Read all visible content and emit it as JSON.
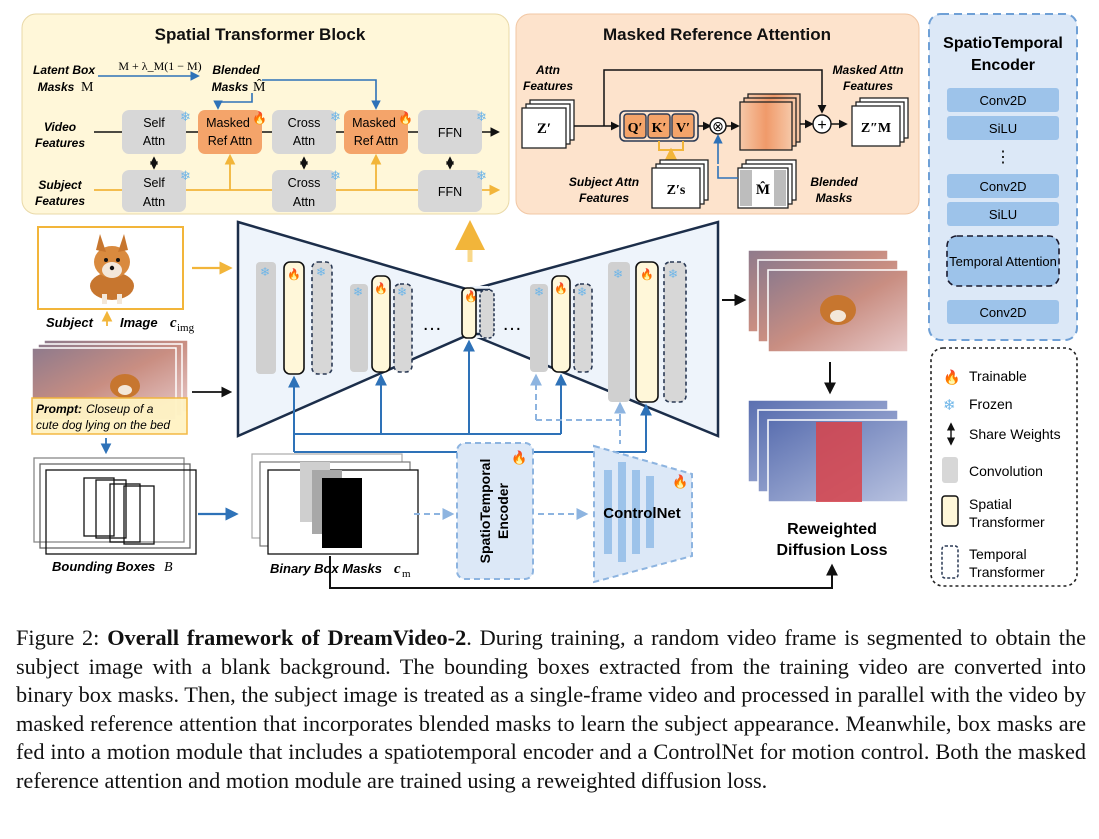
{
  "panels": {
    "spatial_title": "Spatial Transformer Block",
    "mra_title": "Masked Reference Attention",
    "ste_title_line1": "SpatioTemporal",
    "ste_title_line2": "Encoder"
  },
  "spatial_block": {
    "latent_box_masks_line1": "Latent Box",
    "latent_box_masks_line2": "Masks",
    "latent_symbol": "M",
    "blend_formula": "M + λ_M(1 − M)",
    "blended_masks_line1": "Blended",
    "blended_masks_line2": "Masks",
    "blended_symbol": "M̂",
    "video_features_line1": "Video",
    "video_features_line2": "Features",
    "subject_features_line1": "Subject",
    "subject_features_line2": "Features",
    "self_attn_line1": "Self",
    "self_attn_line2": "Attn",
    "masked_ref_line1": "Masked",
    "masked_ref_line2": "Ref Attn",
    "cross_attn_line1": "Cross",
    "cross_attn_line2": "Attn",
    "ffn": "FFN"
  },
  "mra": {
    "attn_features_line1": "Attn",
    "attn_features_line2": "Features",
    "z_prime": "Z′",
    "q_prime": "Q′",
    "k_prime": "K′",
    "v_prime": "V′",
    "masked_attn_features_line1": "Masked Attn",
    "masked_attn_features_line2": "Features",
    "z_out": "Z″M",
    "subject_attn_features_line1": "Subject Attn",
    "subject_attn_features_line2": "Features",
    "z_s": "Z′s",
    "m_hat": "M̂",
    "blended_masks_line1": "Blended",
    "blended_masks_line2": "Masks",
    "times": "⊗",
    "plus": "+"
  },
  "ste": {
    "layers": [
      "Conv2D",
      "SiLU",
      "⋮",
      "Conv2D",
      "SiLU",
      "Temporal Attention",
      "Conv2D"
    ]
  },
  "legend": {
    "trainable": "Trainable",
    "frozen": "Frozen",
    "share_weights": "Share Weights",
    "convolution": "Convolution",
    "spatial_line1": "Spatial",
    "spatial_line2": "Transformer",
    "temporal_line1": "Temporal",
    "temporal_line2": "Transformer"
  },
  "inputs": {
    "subject_label": "Subject",
    "image_label": "Image",
    "image_symbol": "c",
    "image_subscript": "img",
    "prompt_label": "Prompt:",
    "prompt_line1": "Closeup of a",
    "prompt_line2": "cute dog lying on the bed",
    "bounding_boxes_label": "Bounding Boxes",
    "bounding_boxes_symbol": "B",
    "binary_masks_label": "Binary Box Masks",
    "binary_masks_symbol": "c",
    "binary_masks_subscript": "m"
  },
  "motion": {
    "encoder_line1": "SpatioTemporal",
    "encoder_line2": "Encoder",
    "controlnet": "ControlNet",
    "loss_line1": "Reweighted",
    "loss_line2": "Diffusion Loss",
    "dots": "…"
  },
  "colors": {
    "spatial_panel": "#FFF7D9",
    "mra_panel": "#FDE3CC",
    "ste_panel": "#DCE8F7",
    "blue_accent": "#2E72B8",
    "yellow_accent": "#F2B53A",
    "trainable_block": "#F4A46A",
    "frozen_block": "#D7D7D7"
  },
  "icons": {
    "trainable": "fire-icon",
    "frozen": "snowflake-icon",
    "share": "double-arrow-icon"
  },
  "caption": {
    "figure_label": "Figure 2:",
    "bold_title": "Overall framework of DreamVideo-2",
    "body": ". During training, a random video frame is segmented to obtain the subject image with a blank background. The bounding boxes extracted from the training video are converted into binary box masks. Then, the subject image is treated as a single-frame video and processed in parallel with the video by masked reference attention that incorporates blended masks to learn the subject appearance. Meanwhile, box masks are fed into a motion module that includes a spatiotemporal encoder and a ControlNet for motion control. Both the masked reference attention and motion module are trained using a reweighted diffusion loss."
  }
}
